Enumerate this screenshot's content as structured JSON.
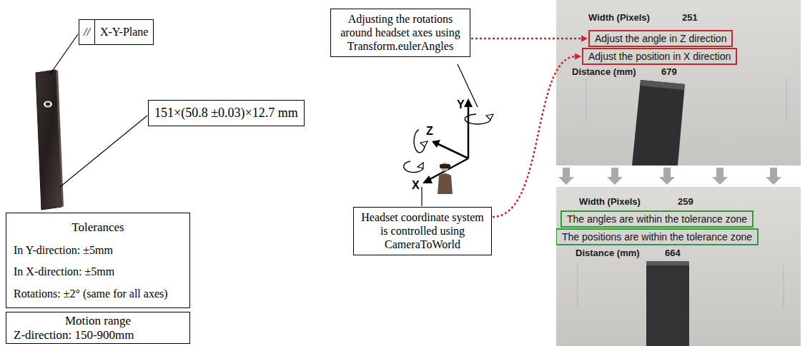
{
  "diagram": {
    "nodes": [
      {
        "text": [
          "//",
          "X-Y-Plane"
        ]
      },
      {
        "text": [
          "151×(50.8 ±0.03)×12.7 mm"
        ]
      },
      {
        "text": [
          "Tolerances",
          "In Y-direction: ±5mm",
          "In X-direction: ±5mm",
          "Rotations: ±2° (same for all axes)"
        ]
      },
      {
        "text": [
          "Motion range",
          "Z-direction: 150-900mm"
        ]
      },
      {
        "text": [
          "Adjusting the rotations around headset axes using Transform.eulerAngles"
        ]
      },
      {
        "text": [
          "Headset coordinate system is controlled using CameraToWorld"
        ]
      },
      {
        "text": [
          "Width (Pixels)",
          "251",
          "Distance (mm)",
          "679"
        ]
      },
      {
        "text": [
          "Adjust the angle in Z direction"
        ],
        "in": 6
      },
      {
        "text": [
          "Adjust the position in X direction"
        ],
        "in": 6
      },
      {
        "text": [
          "Width (Pixels)",
          "259",
          "Distance (mm)",
          "664"
        ]
      },
      {
        "text": [
          "The angles are within the tolerance zone"
        ],
        "in": 9
      },
      {
        "text": [
          "The positions are within the tolerance zone"
        ],
        "in": 9
      }
    ],
    "edges": [
      {
        "from": 4,
        "to": 7,
        "arrow": "to"
      },
      {
        "from": 5,
        "to": 8,
        "arrow": "to"
      },
      {
        "from": 6,
        "to": 9,
        "arrow": "to"
      },
      {
        "from": 6,
        "to": 9,
        "arrow": "to"
      },
      {
        "from": 6,
        "to": 9,
        "arrow": "to"
      },
      {
        "from": 6,
        "to": 9,
        "arrow": "to"
      },
      {
        "from": 6,
        "to": 9,
        "arrow": "to"
      }
    ],
    "labels": [
      "Y",
      "Z",
      "X"
    ]
  }
}
